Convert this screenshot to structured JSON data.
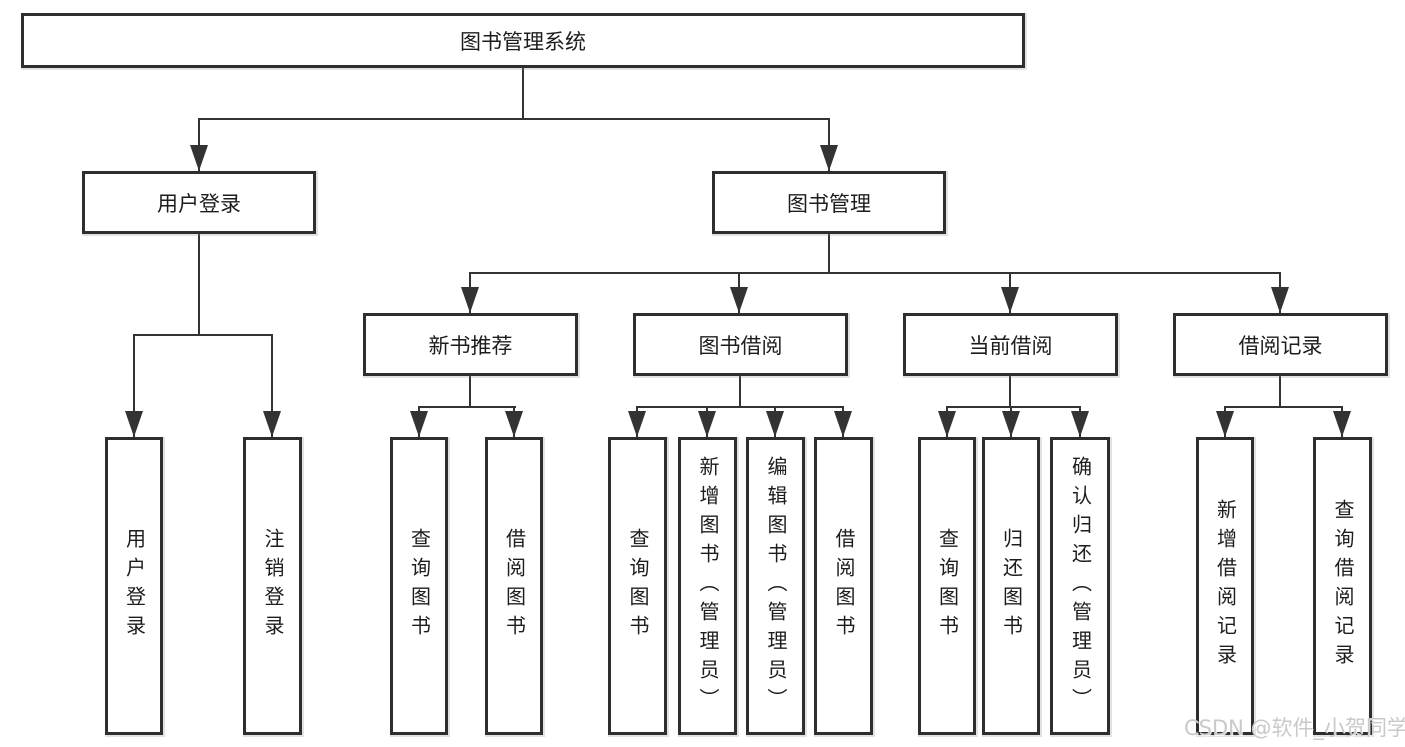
{
  "nodes": {
    "root": "图书管理系统",
    "l2": [
      "用户登录",
      "图书管理"
    ],
    "l3": [
      "新书推荐",
      "图书借阅",
      "当前借阅",
      "借阅记录"
    ],
    "l4": {
      "login": [
        "用户登录",
        "注销登录"
      ],
      "recommend": [
        "查询图书",
        "借阅图书"
      ],
      "borrow": [
        "查询图书",
        "新增图书（管理员）",
        "编辑图书（管理员）",
        "借阅图书"
      ],
      "current": [
        "查询图书",
        "归还图书",
        "确认归还（管理员）"
      ],
      "records": [
        "新增借阅记录",
        "查询借阅记录"
      ]
    }
  },
  "watermark": "CSDN @软件_小贺同学",
  "colors": {
    "line": "#333333",
    "box_border": "#2e2e2e",
    "text": "#1d1d1d",
    "watermark": "#c9c9c9",
    "background": "#ffffff"
  }
}
